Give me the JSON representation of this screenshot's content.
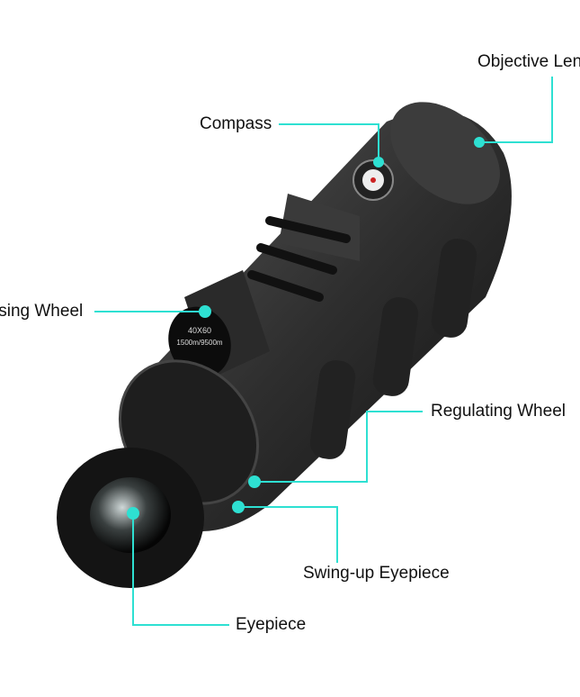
{
  "accent_color": "#2ee0d2",
  "labels": {
    "objective_lens": "Objective Lens",
    "compass": "Compass",
    "focusing_wheel": "Focusing Wheel",
    "regulating_wheel": "Regulating Wheel",
    "swing_up_eyepiece": "Swing-up Eyepiece",
    "eyepiece": "Eyepiece"
  },
  "engraving": {
    "spec": "40X60",
    "range": "1500m/9500m"
  }
}
